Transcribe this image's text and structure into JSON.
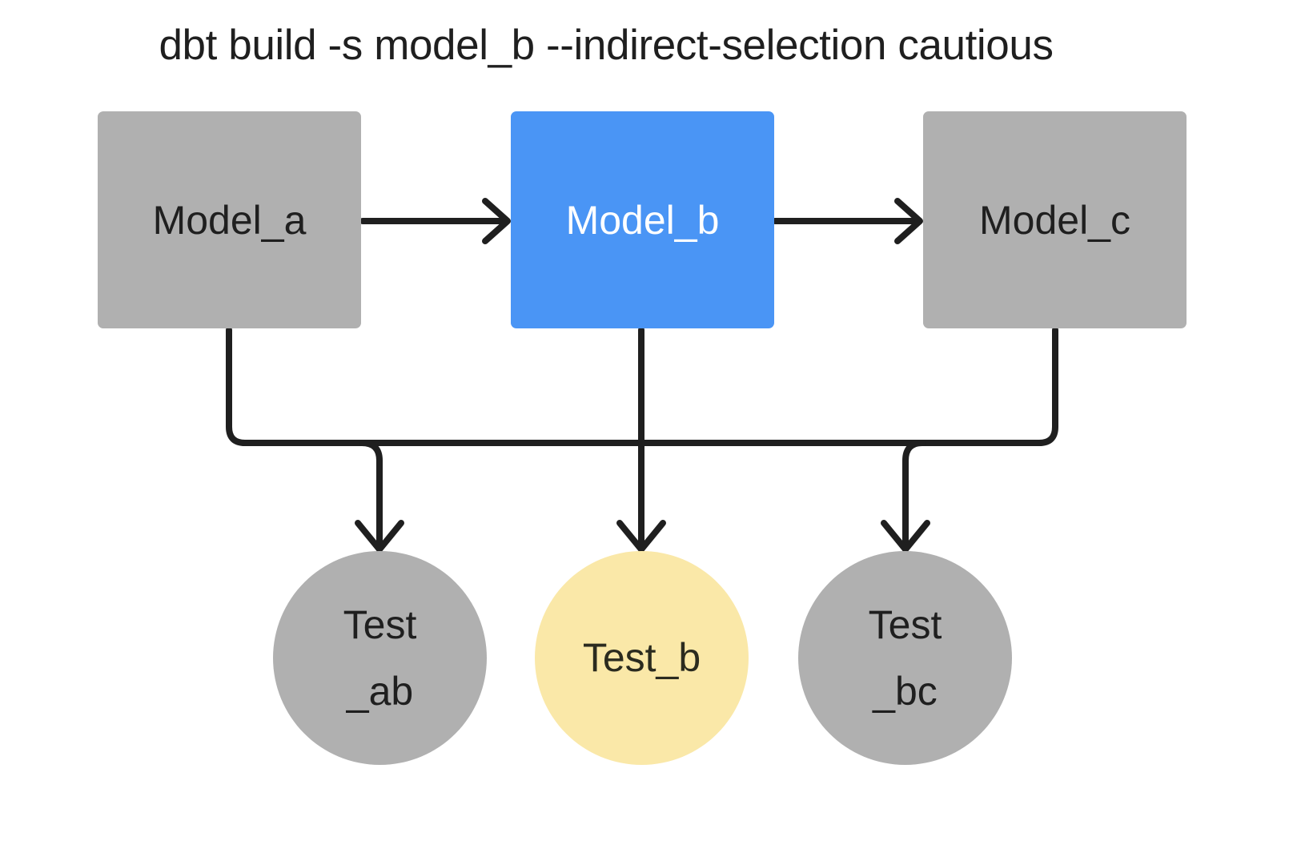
{
  "title": "dbt build -s model_b --indirect-selection cautious",
  "colors": {
    "background": "#ffffff",
    "node_default": "#b0b0b0",
    "model_selected": "#4a95f5",
    "test_selected": "#fae8a8",
    "edge": "#1f1f1f",
    "text_dark": "#1f1f1f",
    "text_light": "#ffffff"
  },
  "graph": {
    "models": [
      {
        "id": "model_a",
        "label": "Model_a",
        "state": "unselected",
        "shape": "rectangle"
      },
      {
        "id": "model_b",
        "label": "Model_b",
        "state": "selected",
        "shape": "rectangle"
      },
      {
        "id": "model_c",
        "label": "Model_c",
        "state": "unselected",
        "shape": "rectangle"
      }
    ],
    "tests": [
      {
        "id": "test_ab",
        "label": "Test\n_ab",
        "state": "unselected",
        "shape": "circle"
      },
      {
        "id": "test_b",
        "label": "Test_b",
        "state": "selected",
        "shape": "circle"
      },
      {
        "id": "test_bc",
        "label": "Test\n_bc",
        "state": "unselected",
        "shape": "circle"
      }
    ],
    "edges": [
      {
        "from": "model_a",
        "to": "model_b",
        "kind": "model-to-model"
      },
      {
        "from": "model_b",
        "to": "model_c",
        "kind": "model-to-model"
      },
      {
        "from": "model_a",
        "to": "test_ab",
        "kind": "model-to-test"
      },
      {
        "from": "model_b",
        "to": "test_ab",
        "kind": "model-to-test"
      },
      {
        "from": "model_b",
        "to": "test_b",
        "kind": "model-to-test"
      },
      {
        "from": "model_b",
        "to": "test_bc",
        "kind": "model-to-test"
      },
      {
        "from": "model_c",
        "to": "test_bc",
        "kind": "model-to-test"
      }
    ]
  }
}
